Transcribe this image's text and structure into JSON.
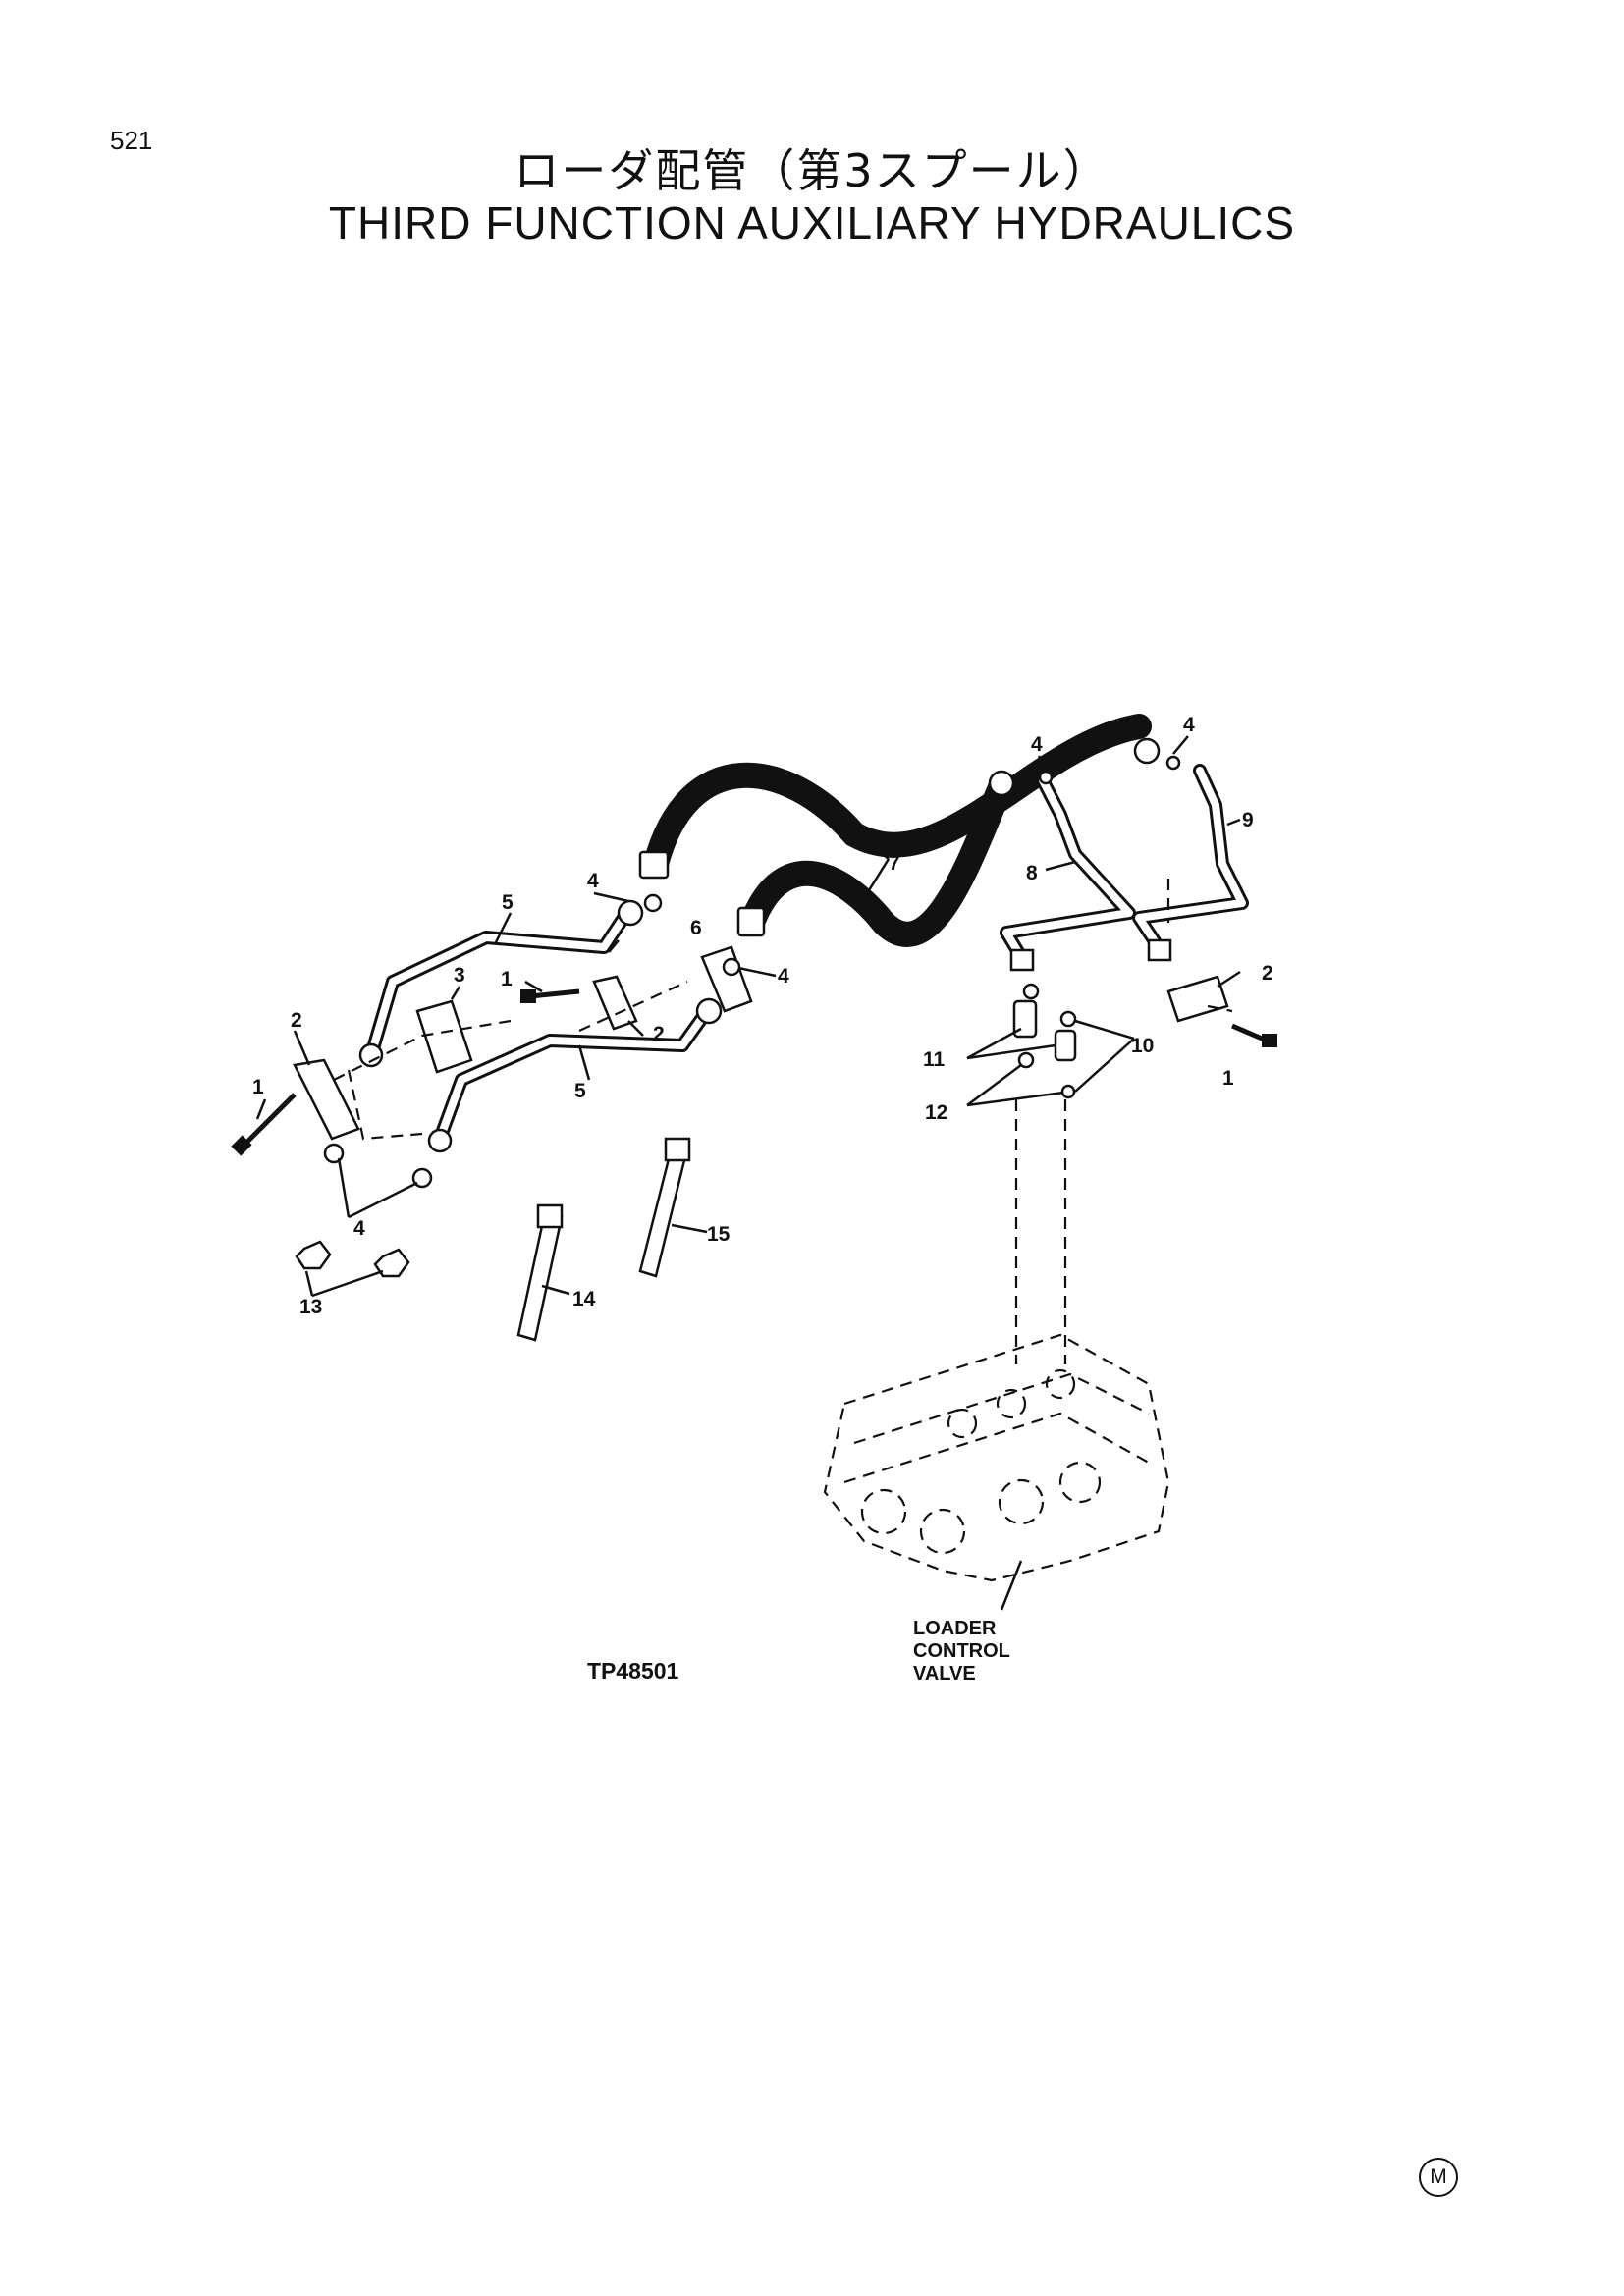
{
  "page": {
    "number": "521"
  },
  "title": {
    "jp": "ローダ配管（第3スプール）",
    "en": "THIRD FUNCTION AUXILIARY HYDRAULICS"
  },
  "diagram": {
    "figure_code": "TP48501",
    "valve_label": [
      "LOADER",
      "CONTROL",
      "VALVE"
    ],
    "callouts": [
      "1",
      "2",
      "3",
      "4",
      "5",
      "6",
      "7",
      "8",
      "9",
      "10",
      "11",
      "12",
      "13",
      "14",
      "15"
    ]
  },
  "footer": {
    "mark": "M"
  }
}
